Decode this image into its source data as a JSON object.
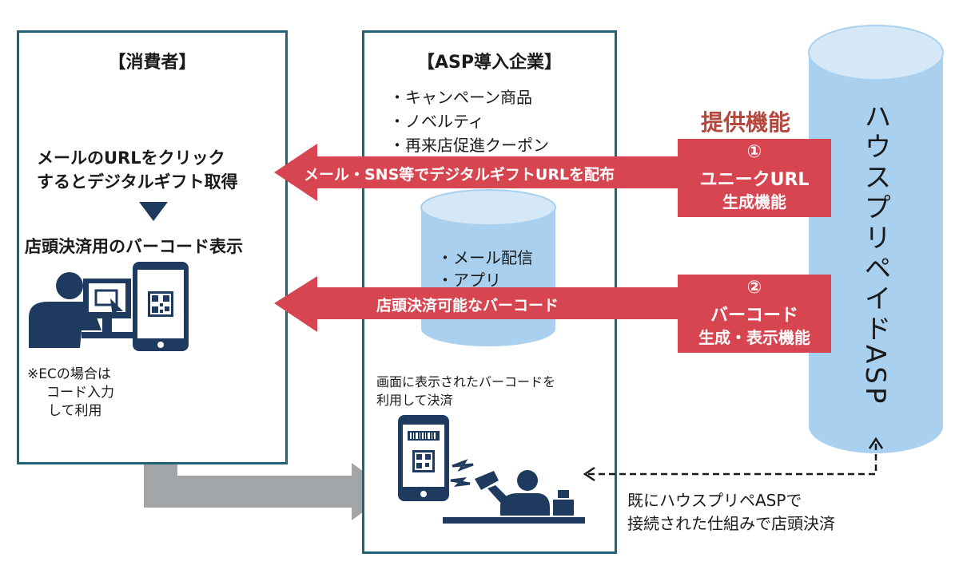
{
  "consumer": {
    "title": "【消費者】",
    "mail_line1": "メールのURLをクリック",
    "mail_line2": "するとデジタルギフト取得",
    "barcode_display": "店頭決済用のバーコード表示",
    "ec_line1": "※ECの場合は",
    "ec_line2": "コード入力",
    "ec_line3": "して利用"
  },
  "asp_company": {
    "title": "【ASP導入企業】",
    "item1": "・キャンペーン商品",
    "item2": "・ノベルティ",
    "item3": "・再来店促進クーポン",
    "db_item1": "・メール配信",
    "db_item2": "・アプリ",
    "payment_line1": "画面に表示されたバーコードを",
    "payment_line2": "利用して決済"
  },
  "provider": {
    "label": "提供機能",
    "feature1_num": "①",
    "feature1_line1": "ユニークURL",
    "feature1_line2": "生成機能",
    "feature2_num": "②",
    "feature2_line1": "バーコード",
    "feature2_line2": "生成・表示機能"
  },
  "arrows": {
    "arrow1": "メール・SNS等でデジタルギフトURLを配布",
    "arrow2": "店頭決済可能なバーコード"
  },
  "asp": {
    "name": "ハウスプリペイドASP"
  },
  "note": {
    "line1": "既にハウスプリペASPで",
    "line2": "接続された仕組みで店頭決済"
  },
  "colors": {
    "panel_border": "#1e6377",
    "red": "#d64550",
    "cylinder": "#a9d0ef",
    "navy": "#1f3a5f",
    "gray_arrow": "#a3a6a9",
    "label_red": "#b5473d"
  }
}
